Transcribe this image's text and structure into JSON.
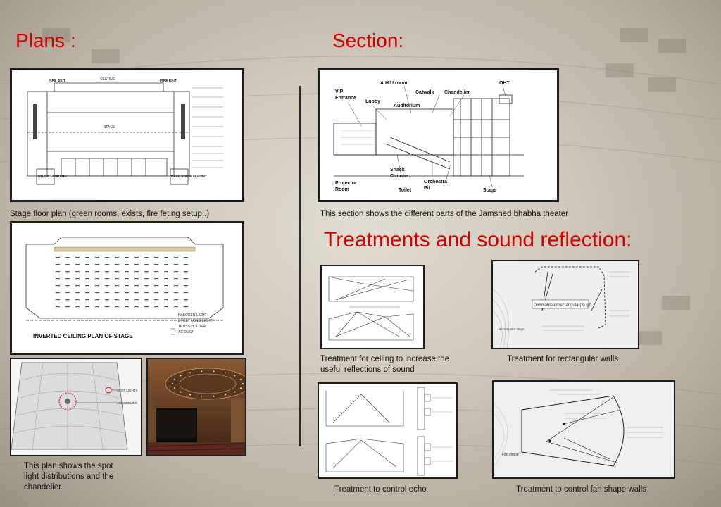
{
  "headings": {
    "plans": "Plans :",
    "section": "Section:",
    "treatments": "Treatments and sound reflection:"
  },
  "captions": {
    "floor_plan": "Stage floor plan (green rooms, exists, fire feting setup..)",
    "section": "This section shows the different parts of the Jamshed bhabha theater",
    "spot_plan_line1": "This plan shows the spot",
    "spot_plan_line2": "light distributions and the",
    "spot_plan_line3": "chandelier",
    "ceiling_treatment_line1": "Treatment for ceiling to increase the",
    "ceiling_treatment_line2": "useful reflections of sound",
    "rect_walls": "Treatment for rectangular walls",
    "echo": "Treatment to control echo",
    "fan_walls": "Treatment to control fan shape walls"
  },
  "floor_plan": {
    "fire_exit_left": "FIRE EXIT",
    "seating": "SEATING",
    "fire_exit_right": "FIRE EXIT",
    "stage": "STAGE",
    "truck_loading": "TRUCK LOADING",
    "back_stage_seating": "BACK STAGE SEATING"
  },
  "ceiling_plan": {
    "title": "INVERTED CEILING PLAN OF STAGE",
    "legend": [
      "HALOGEN LIGHT",
      "5 FEET LONG LIGHT",
      "TRUSS HOLDER",
      "AC DUCT"
    ]
  },
  "spot_plan": {
    "spot_lights": "SPOT LIGHTS",
    "chandelier": "CHANDELIER"
  },
  "section_drawing": {
    "labels": {
      "vip_entrance_line1": "VIP",
      "vip_entrance_line2": "Entrance",
      "lobby": "Lobby",
      "ahu_room": "A.H.U room",
      "catwalk": "Catwalk",
      "chandelier": "Chandelier",
      "oht": "OHT",
      "auditorium": "Auditorium",
      "snack_counter_line1": "Snack",
      "snack_counter_line2": "Counter",
      "projector_room_line1": "Projector",
      "projector_room_line2": "Room",
      "toilet": "Toilet",
      "orchestra_pit_line1": "Orchestra",
      "orchestra_pit_line2": "Pit",
      "stage": "Stage"
    }
  },
  "rect_walls_drawing": {
    "filename": "Dimmableemrectangular(3).gif",
    "rectangular_stage": "Rectangular stage"
  },
  "fan_walls_drawing": {
    "fan_shape": "Fan shape"
  }
}
